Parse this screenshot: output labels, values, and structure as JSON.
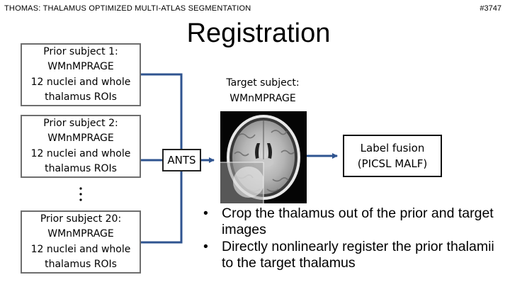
{
  "header": {
    "title": "THOMAS: THALAMUS OPTIMIZED MULTI-ATLAS SEGMENTATION",
    "slide_number": "#3747"
  },
  "slide_title": "Registration",
  "priors": [
    {
      "line1": "Prior subject 1:",
      "line2": "WMnMPRAGE",
      "line3": "12 nuclei and whole",
      "line4": "thalamus ROIs"
    },
    {
      "line1": "Prior subject 2:",
      "line2": "WMnMPRAGE",
      "line3": "12 nuclei and whole",
      "line4": "thalamus ROIs"
    },
    {
      "line1": "Prior subject 20:",
      "line2": "WMnMPRAGE",
      "line3": "12 nuclei and whole",
      "line4": "thalamus ROIs"
    }
  ],
  "ellipsis_icon": "vertical-ellipsis-icon",
  "target": {
    "line1": "Target subject:",
    "line2": "WMnMPRAGE"
  },
  "ants_label": "ANTS",
  "label_fusion": {
    "line1": "Label fusion",
    "line2": "(PICSL MALF)"
  },
  "bullets": [
    "Crop the thalamus out of the prior and target images",
    "Directly nonlinearly register the prior thalamii to the target thalamus"
  ],
  "bullet_symbol": "•",
  "colors": {
    "connector": "#2f5490",
    "box_border": "#6e6e6e"
  }
}
